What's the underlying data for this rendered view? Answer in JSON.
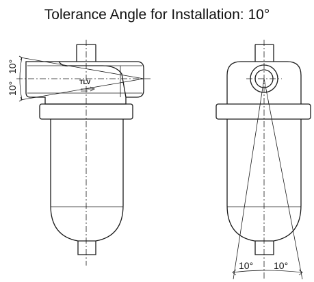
{
  "title": "Tolerance Angle for Installation: 10°",
  "left_view": {
    "angle_label_upper": "10°",
    "angle_label_lower": "10°",
    "logo_text": "TLV"
  },
  "right_view": {
    "angle_label_left": "10°",
    "angle_label_right": "10°"
  }
}
